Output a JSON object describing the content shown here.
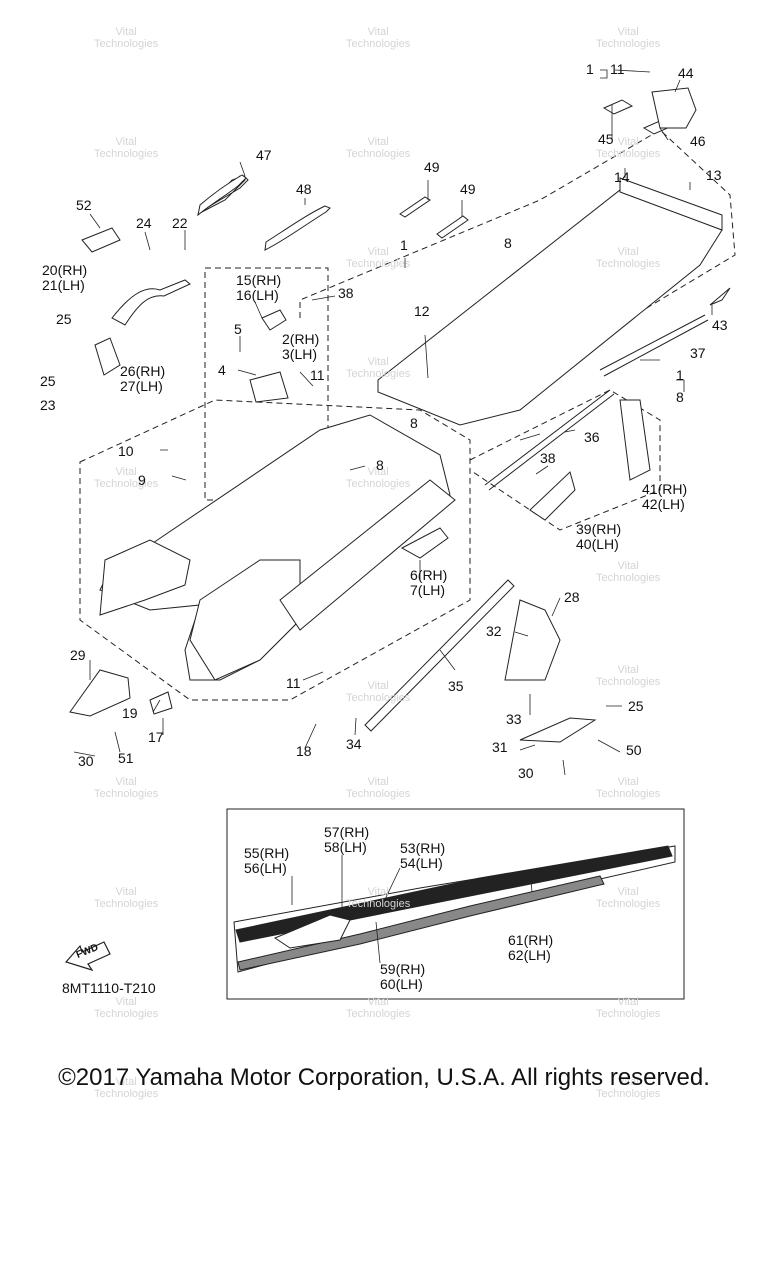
{
  "watermark": {
    "line1": "Vital",
    "line2": "Technologies"
  },
  "diagram_code": "8MT1110-T210",
  "copyright": "©2017 Yamaha Motor Corporation, U.S.A. All rights reserved.",
  "fwd_label": "FWD",
  "callouts": [
    {
      "id": "c1a",
      "text": "1"
    },
    {
      "id": "c11a",
      "text": "11"
    },
    {
      "id": "c44",
      "text": "44"
    },
    {
      "id": "c45",
      "text": "45"
    },
    {
      "id": "c46",
      "text": "46"
    },
    {
      "id": "c47",
      "text": "47"
    },
    {
      "id": "c48",
      "text": "48"
    },
    {
      "id": "c49a",
      "text": "49"
    },
    {
      "id": "c49b",
      "text": "49"
    },
    {
      "id": "c14",
      "text": "14"
    },
    {
      "id": "c13",
      "text": "13"
    },
    {
      "id": "c52",
      "text": "52"
    },
    {
      "id": "c24",
      "text": "24"
    },
    {
      "id": "c22",
      "text": "22"
    },
    {
      "id": "c8a",
      "text": "8"
    },
    {
      "id": "c1b",
      "text": "1"
    },
    {
      "id": "c20",
      "text": "20(RH)"
    },
    {
      "id": "c21",
      "text": "21(LH)"
    },
    {
      "id": "c15",
      "text": "15(RH)"
    },
    {
      "id": "c16",
      "text": "16(LH)"
    },
    {
      "id": "c38a",
      "text": "38"
    },
    {
      "id": "c12",
      "text": "12"
    },
    {
      "id": "c43",
      "text": "43"
    },
    {
      "id": "c25a",
      "text": "25"
    },
    {
      "id": "c5",
      "text": "5"
    },
    {
      "id": "c2",
      "text": "2(RH)"
    },
    {
      "id": "c3",
      "text": "3(LH)"
    },
    {
      "id": "c37",
      "text": "37"
    },
    {
      "id": "c26",
      "text": "26(RH)"
    },
    {
      "id": "c27",
      "text": "27(LH)"
    },
    {
      "id": "c4",
      "text": "4"
    },
    {
      "id": "c11b",
      "text": "11"
    },
    {
      "id": "c25b",
      "text": "25"
    },
    {
      "id": "c1c",
      "text": "1"
    },
    {
      "id": "c8b",
      "text": "8"
    },
    {
      "id": "c23",
      "text": "23"
    },
    {
      "id": "c8c",
      "text": "8"
    },
    {
      "id": "c36",
      "text": "36"
    },
    {
      "id": "c10",
      "text": "10"
    },
    {
      "id": "c8d",
      "text": "8"
    },
    {
      "id": "c9",
      "text": "9"
    },
    {
      "id": "c38b",
      "text": "38"
    },
    {
      "id": "c41",
      "text": "41(RH)"
    },
    {
      "id": "c42",
      "text": "42(LH)"
    },
    {
      "id": "c39",
      "text": "39(RH)"
    },
    {
      "id": "c40",
      "text": "40(LH)"
    },
    {
      "id": "c6",
      "text": "6(RH)"
    },
    {
      "id": "c7",
      "text": "7(LH)"
    },
    {
      "id": "c28",
      "text": "28"
    },
    {
      "id": "c32",
      "text": "32"
    },
    {
      "id": "c29",
      "text": "29"
    },
    {
      "id": "c11c",
      "text": "11"
    },
    {
      "id": "c35",
      "text": "35"
    },
    {
      "id": "c19",
      "text": "19"
    },
    {
      "id": "c33",
      "text": "33"
    },
    {
      "id": "c25c",
      "text": "25"
    },
    {
      "id": "c17",
      "text": "17"
    },
    {
      "id": "c18",
      "text": "18"
    },
    {
      "id": "c34",
      "text": "34"
    },
    {
      "id": "c31",
      "text": "31"
    },
    {
      "id": "c50",
      "text": "50"
    },
    {
      "id": "c30a",
      "text": "30"
    },
    {
      "id": "c51",
      "text": "51"
    },
    {
      "id": "c30b",
      "text": "30"
    },
    {
      "id": "c57",
      "text": "57(RH)"
    },
    {
      "id": "c58",
      "text": "58(LH)"
    },
    {
      "id": "c55",
      "text": "55(RH)"
    },
    {
      "id": "c56",
      "text": "56(LH)"
    },
    {
      "id": "c53",
      "text": "53(RH)"
    },
    {
      "id": "c54",
      "text": "54(LH)"
    },
    {
      "id": "c61",
      "text": "61(RH)"
    },
    {
      "id": "c62",
      "text": "62(LH)"
    },
    {
      "id": "c59",
      "text": "59(RH)"
    },
    {
      "id": "c60",
      "text": "60(LH)"
    }
  ]
}
